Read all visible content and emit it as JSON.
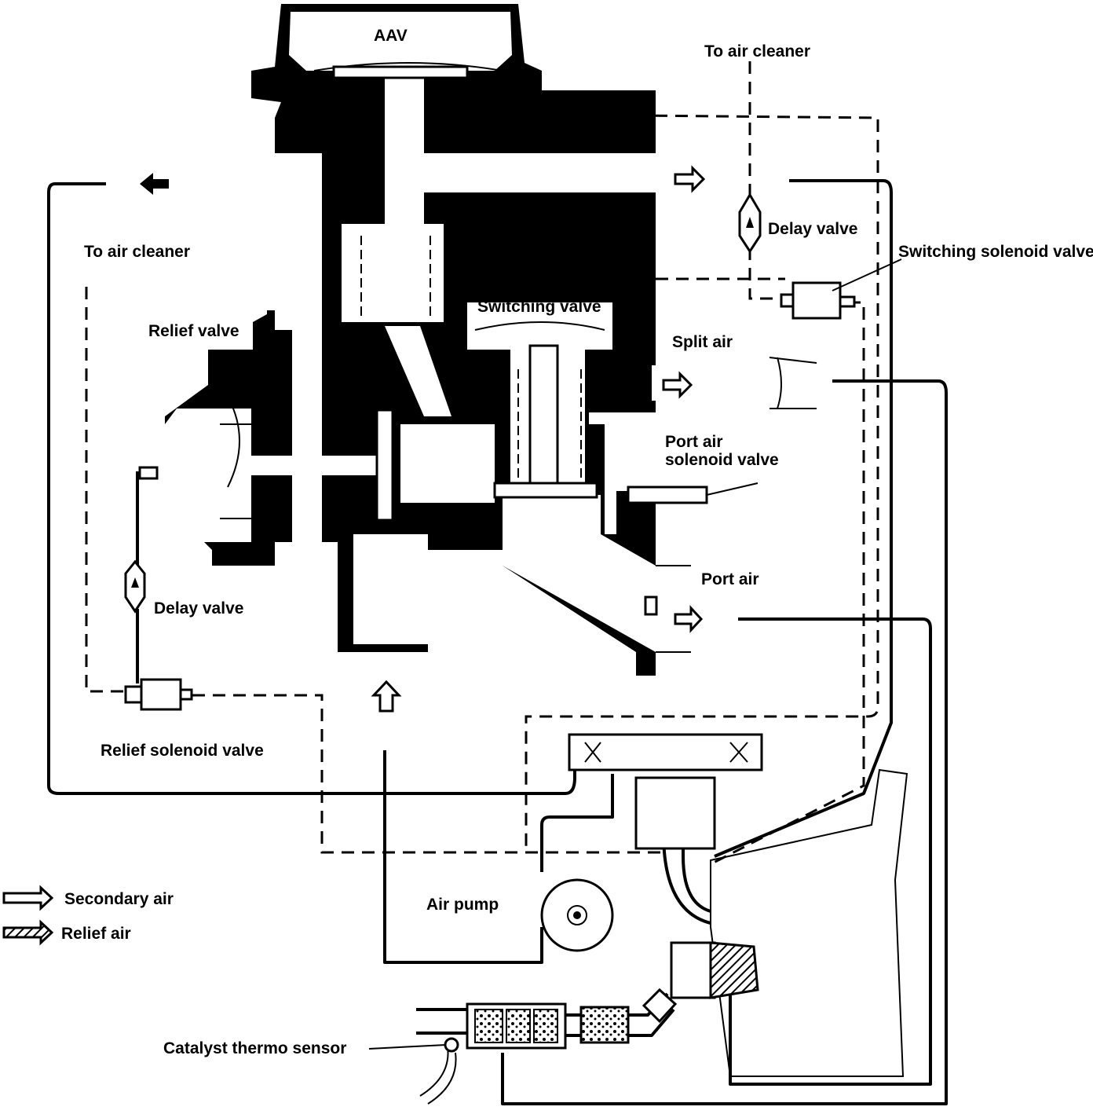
{
  "labels": {
    "aav": "AAV",
    "to_air_cleaner_top": "To air cleaner",
    "to_air_cleaner_left": "To air cleaner",
    "delay_valve_top": "Delay valve",
    "switching_solenoid_valve": "Switching solenoid valve",
    "switching_valve": "Switching valve",
    "relief_valve": "Relief valve",
    "split_air": "Split air",
    "port_air_solenoid_valve_line1": "Port air",
    "port_air_solenoid_valve_line2": "solenoid valve",
    "port_air": "Port air",
    "delay_valve_left": "Delay valve",
    "relief_solenoid_valve": "Relief solenoid valve",
    "air_pump": "Air pump",
    "catalyst_thermo_sensor": "Catalyst thermo sensor"
  },
  "legend": {
    "secondary_air": "Secondary air",
    "relief_air": "Relief air"
  },
  "colors": {
    "ink": "#000000",
    "paper": "#ffffff"
  }
}
